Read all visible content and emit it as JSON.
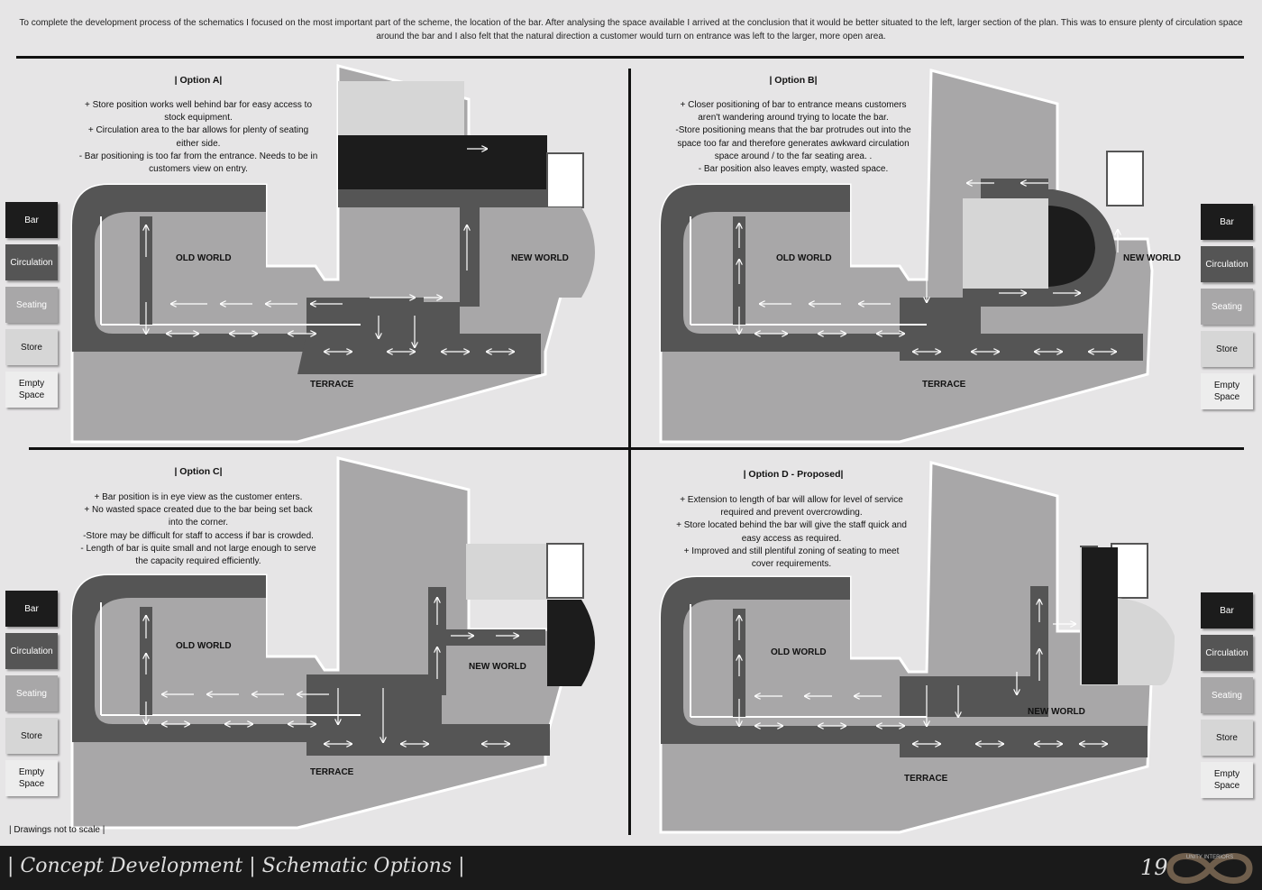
{
  "intro": "To complete the development process of the schematics I focused on the most important part of the scheme, the location of the bar. After analysing the space available I  arrived at the conclusion that it would be better situated to the left, larger section of the plan. This was to ensure plenty of circulation space around the bar and I also felt that the natural direction a customer would turn on entrance was left to the larger, more open area.",
  "legend": {
    "bar": "Bar",
    "circulation": "Circulation",
    "seating": "Seating",
    "store": "Store",
    "empty": "Empty\nSpace"
  },
  "colors": {
    "bar": "#1c1c1c",
    "circulation": "#555555",
    "seating": "#a8a7a8",
    "store": "#d6d6d6",
    "empty": "#ededed"
  },
  "labels": {
    "old_world": "OLD WORLD",
    "new_world": "NEW WORLD",
    "terrace": "TERRACE"
  },
  "options": [
    {
      "title": "| Option A|",
      "desc": "+ Store position works well behind bar for easy access to\nstock equipment.\n+ Circulation area to the bar allows for plenty of seating\neither side.\n- Bar positioning is too far from the entrance. Needs to be in\ncustomers view on entry."
    },
    {
      "title": "| Option B|",
      "desc": "+ Closer positioning of bar to entrance means customers\naren't wandering around trying to locate the bar.\n-Store positioning means that the bar protrudes out into the\nspace too far and therefore generates awkward circulation\nspace around / to the far seating area. .\n- Bar position also leaves empty, wasted space."
    },
    {
      "title": "| Option C|",
      "desc": "+ Bar position is in eye view as the customer enters.\n+ No wasted space created due to the bar being set back\ninto the corner.\n-Store may be difficult for staff to access if bar is crowded.\n- Length of bar is quite small and not large enough to serve\nthe capacity required efficiently."
    },
    {
      "title": "| Option D - Proposed|",
      "desc": "+ Extension to length of  bar will allow for level of service\nrequired and prevent overcrowding.\n+ Store located behind the bar will give the staff quick and\neasy access as required.\n+ Improved and still plentiful zoning of seating to meet\ncover requirements."
    }
  ],
  "note": "| Drawings not to scale |",
  "footer": {
    "title": "| Concept Development | Schematic Options |",
    "page": "19",
    "logo_text": "UNITY INTERIORS"
  }
}
